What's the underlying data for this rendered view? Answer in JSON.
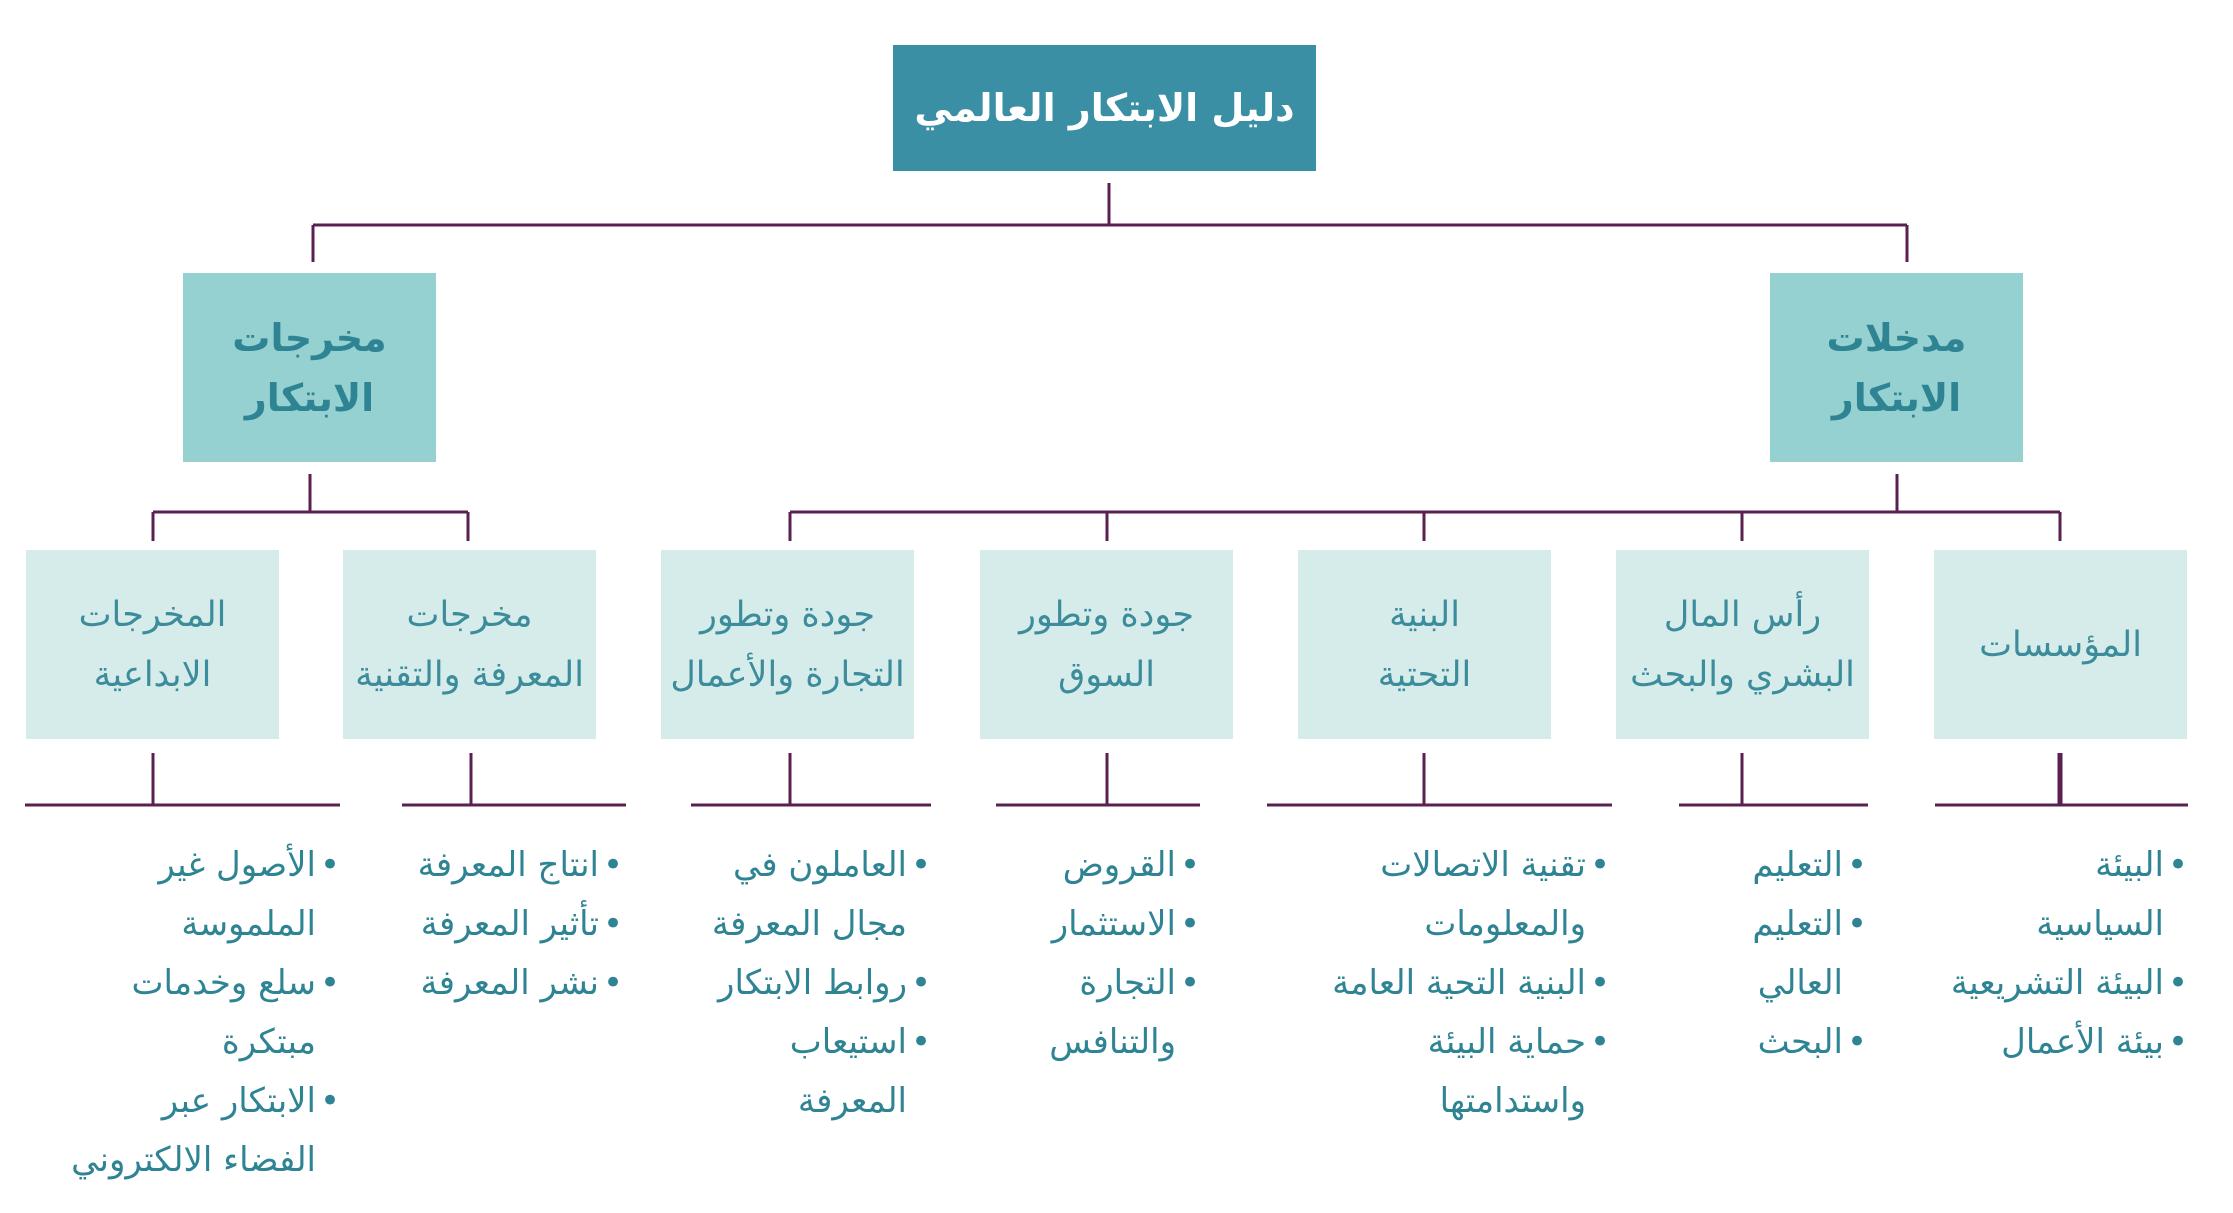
{
  "colors": {
    "root_fill": "#3b8fa5",
    "level1_fill": "#96d1d1",
    "level2_fill": "#d5ecea",
    "text": "#2f8494",
    "connector": "#5a2150"
  },
  "root": {
    "label": "دليل الابتكار العالمي"
  },
  "level1": [
    {
      "label": "مدخلات\nالابتكار"
    },
    {
      "label": "مخرجات\nالابتكار"
    }
  ],
  "level2": [
    {
      "label": "المؤسسات",
      "items": [
        "البيئة\nالسياسية",
        "البيئة التشريعية",
        "بيئة الأعمال"
      ]
    },
    {
      "label": "رأس المال\nالبشري والبحث",
      "items": [
        "التعليم",
        "التعليم\nالعالي",
        "البحث"
      ]
    },
    {
      "label": "البنية\nالتحتية",
      "items": [
        "تقنية الاتصالات\nوالمعلومات",
        "البنية التحية العامة",
        "حماية البيئة\nواستدامتها"
      ]
    },
    {
      "label": "جودة وتطور\nالسوق",
      "items": [
        "القروض",
        "الاستثمار",
        "التجارة\nوالتنافس"
      ]
    },
    {
      "label": "جودة وتطور\nالتجارة والأعمال",
      "items": [
        "العاملون في\nمجال المعرفة",
        "روابط الابتكار",
        "استيعاب\nالمعرفة"
      ]
    },
    {
      "label": "مخرجات\nالمعرفة والتقنية",
      "items": [
        "انتاج المعرفة",
        "تأثير المعرفة",
        "نشر المعرفة"
      ]
    },
    {
      "label": "المخرجات\nالابداعية",
      "items": [
        "الأصول غير\nالملموسة",
        "سلع وخدمات\nمبتكرة",
        "الابتكار عبر\nالفضاء الالكتروني"
      ]
    }
  ]
}
